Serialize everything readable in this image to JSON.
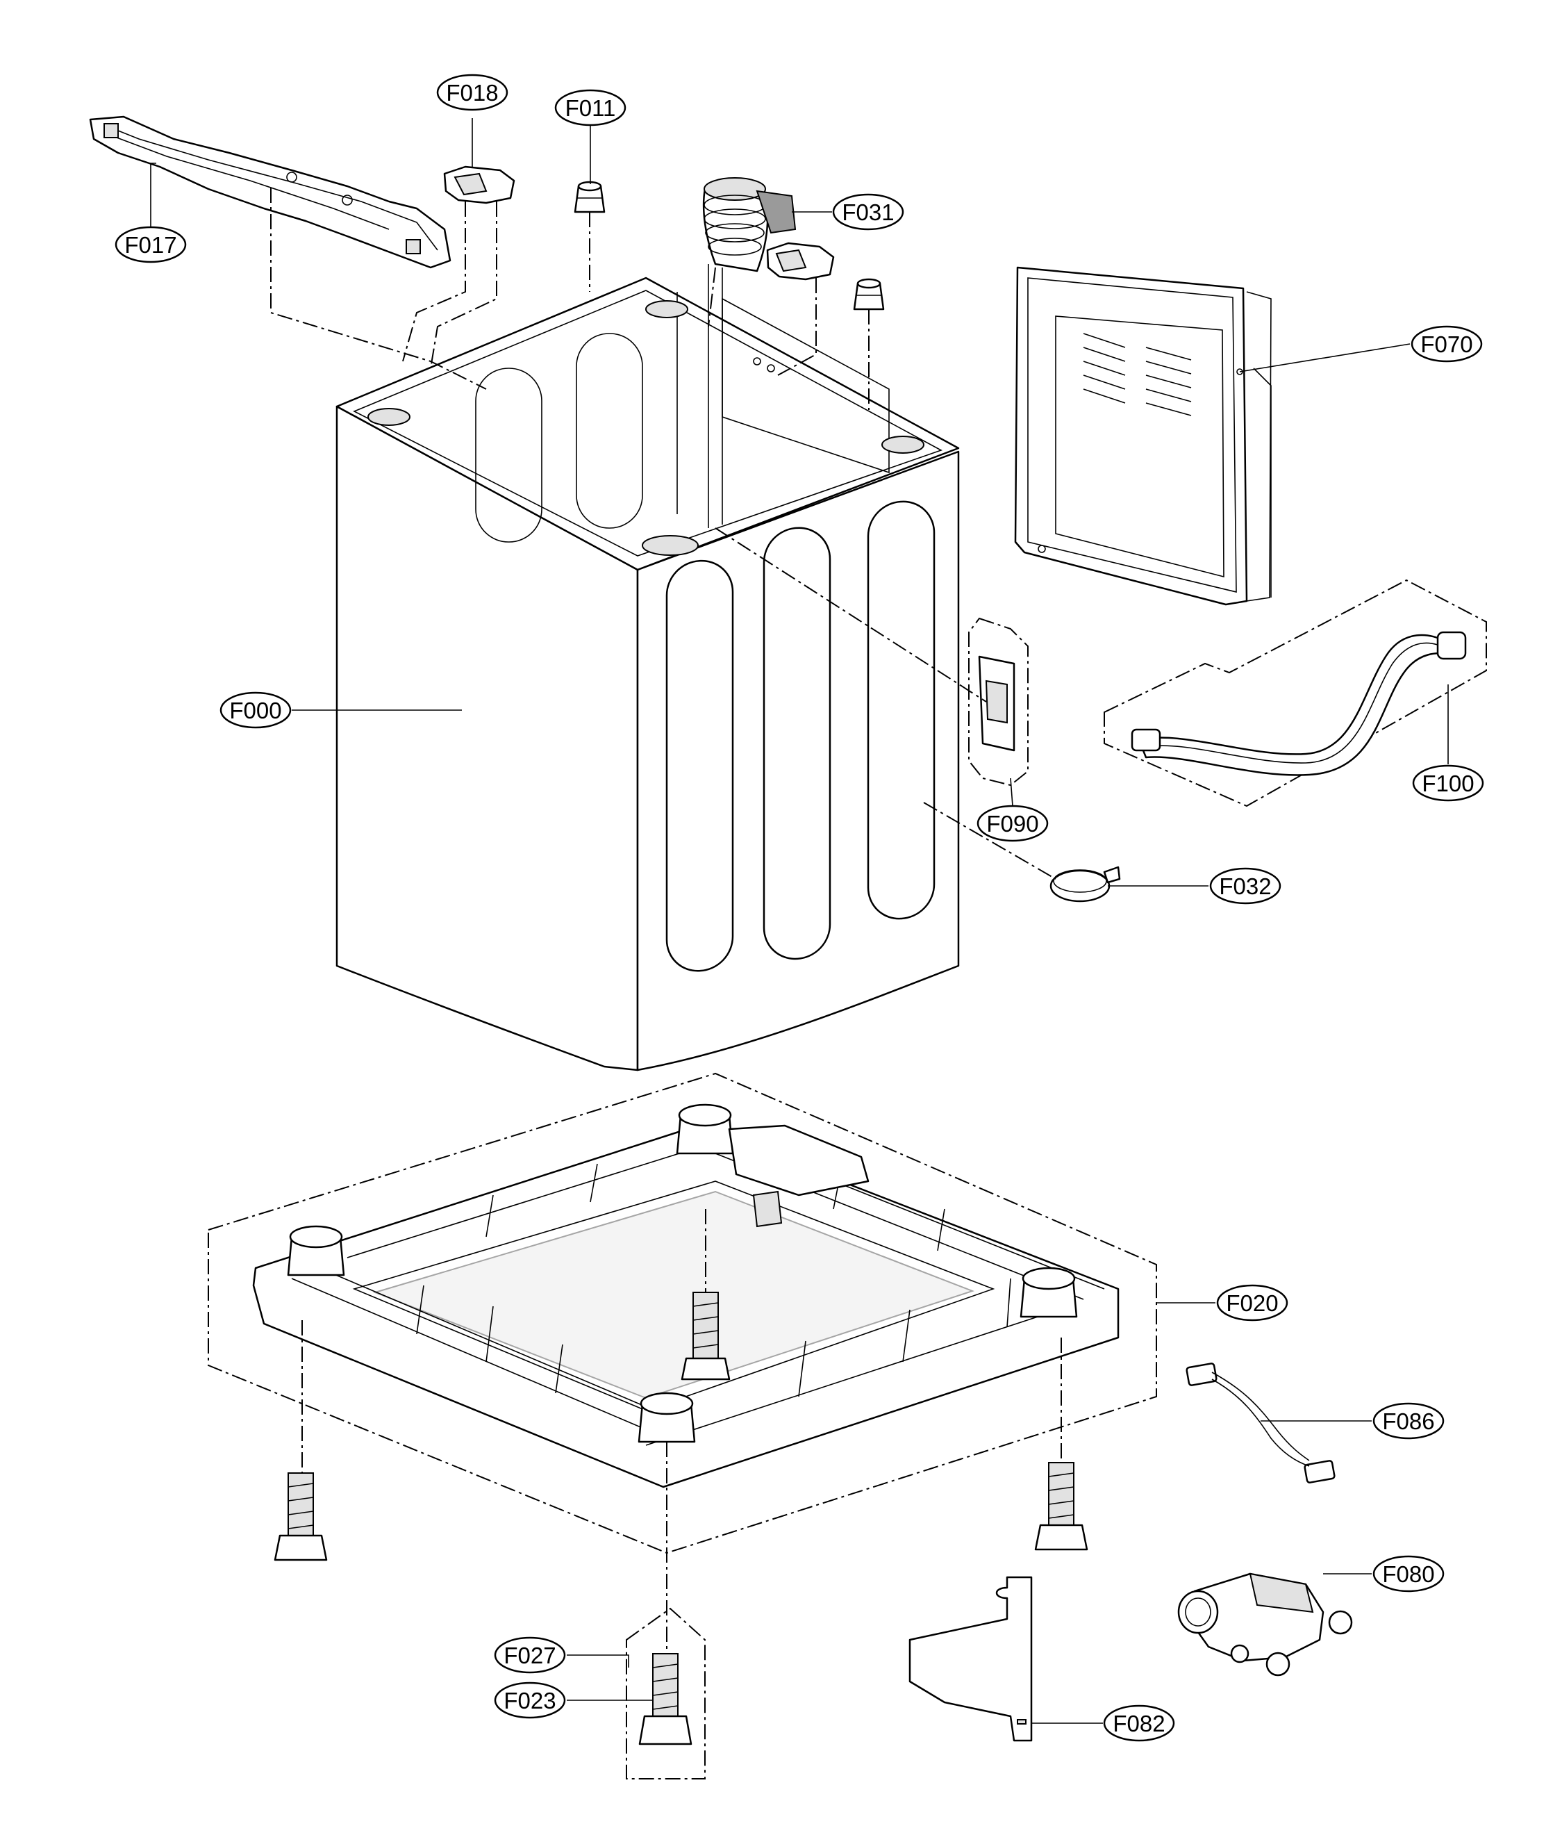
{
  "labels": {
    "F018": "F018",
    "F011": "F011",
    "F017": "F017",
    "F031": "F031",
    "F070": "F070",
    "F000": "F000",
    "F100": "F100",
    "F090": "F090",
    "F032": "F032",
    "F020": "F020",
    "F086": "F086",
    "F080": "F080",
    "F027": "F027",
    "F023": "F023",
    "F082": "F082"
  }
}
